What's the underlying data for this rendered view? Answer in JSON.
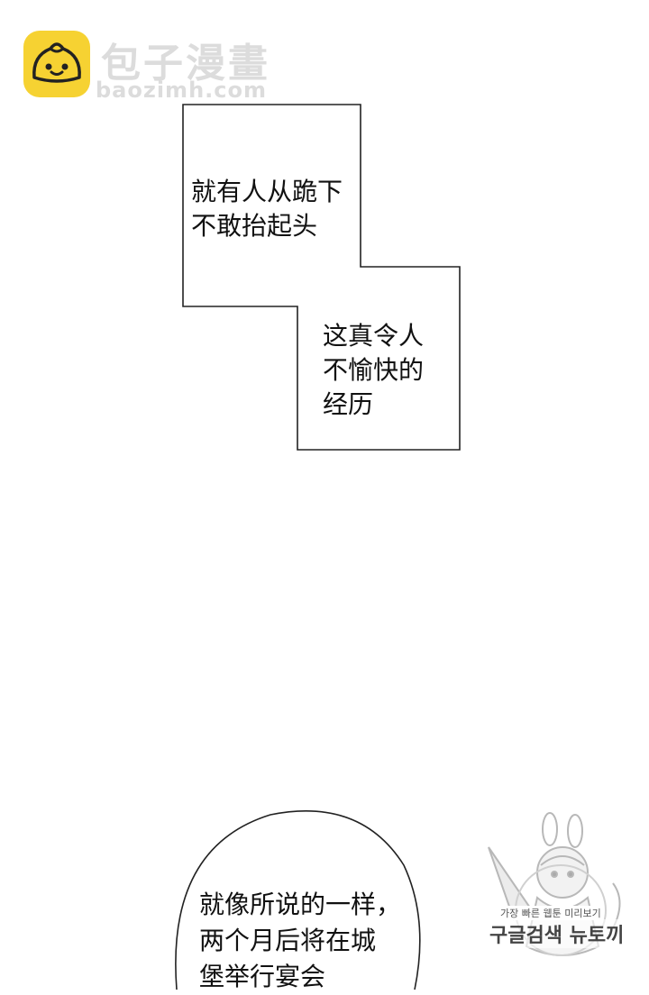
{
  "header": {
    "site_name": "包子漫畫",
    "site_url": "baozimh.com",
    "logo_icon": "bun-face-icon",
    "logo_color": "#f6d232"
  },
  "captions": {
    "box1": {
      "lines": [
        "就有人从跪下",
        "不敢抬起头"
      ]
    },
    "box2": {
      "lines": [
        "这真令人",
        "不愉快的",
        "经历"
      ]
    }
  },
  "speech_bubble": {
    "lines": [
      "就像所说的一样，",
      "两个月后将在城",
      "堡举行宴会"
    ]
  },
  "watermark": {
    "tagline": "가장 빠른 웹툰 미리보기",
    "search_text": "구글검색 뉴토끼",
    "icon": "bunny-girl-mascot-icon"
  }
}
